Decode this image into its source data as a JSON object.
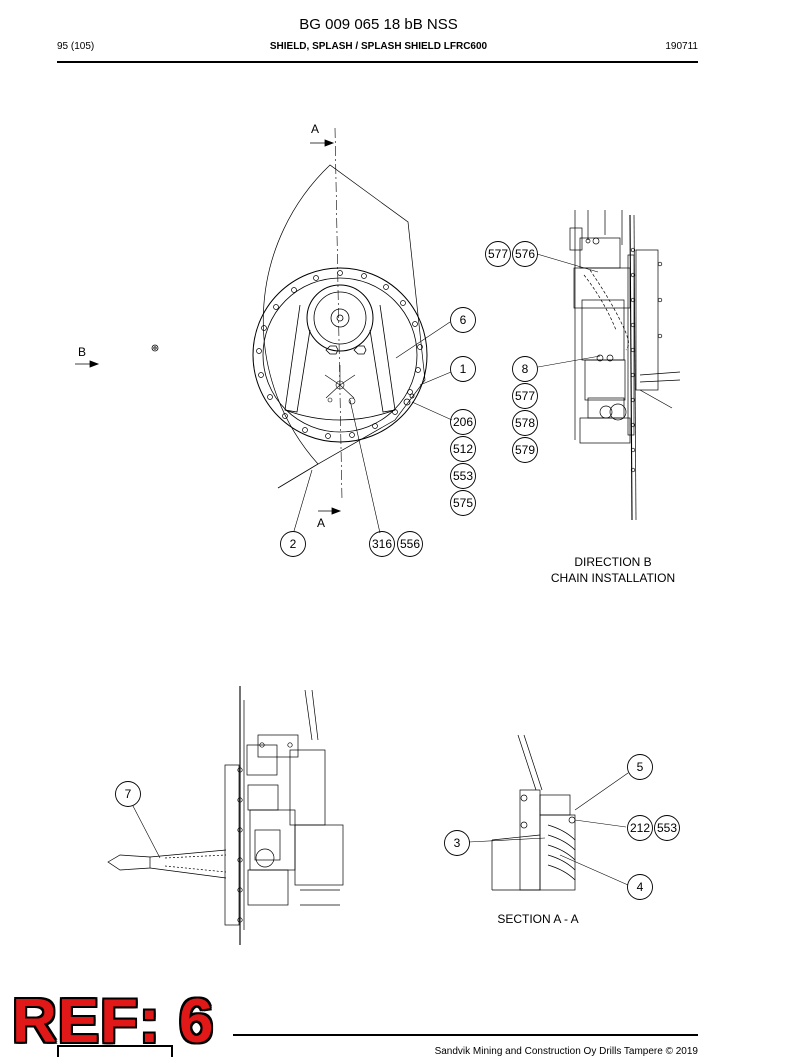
{
  "header": {
    "doc_title": "BG 009 065 18 bB NSS",
    "page_number": "95 (105)",
    "section_title": "SHIELD, SPLASH / SPLASH SHIELD LFRC600",
    "date_code": "190711"
  },
  "views": {
    "section_marker": "A",
    "direction_marker": "B",
    "direction_b_line1": "DIRECTION B",
    "direction_b_line2": "CHAIN INSTALLATION",
    "section_aa": "SECTION A - A"
  },
  "callouts": {
    "c1": "1",
    "c2": "2",
    "c3": "3",
    "c4": "4",
    "c5": "5",
    "c6": "6",
    "c7": "7",
    "c8": "8",
    "c206": "206",
    "c512": "512",
    "c553": "553",
    "c575": "575",
    "c316": "316",
    "c556": "556",
    "c577a": "577",
    "c576": "576",
    "c577b": "577",
    "c578": "578",
    "c579": "579",
    "c212": "212",
    "c553b": "553"
  },
  "ref_tag": "REF: 6",
  "footer": {
    "copyright": "Sandvik Mining and Construction Oy Drills Tampere © 2019"
  }
}
